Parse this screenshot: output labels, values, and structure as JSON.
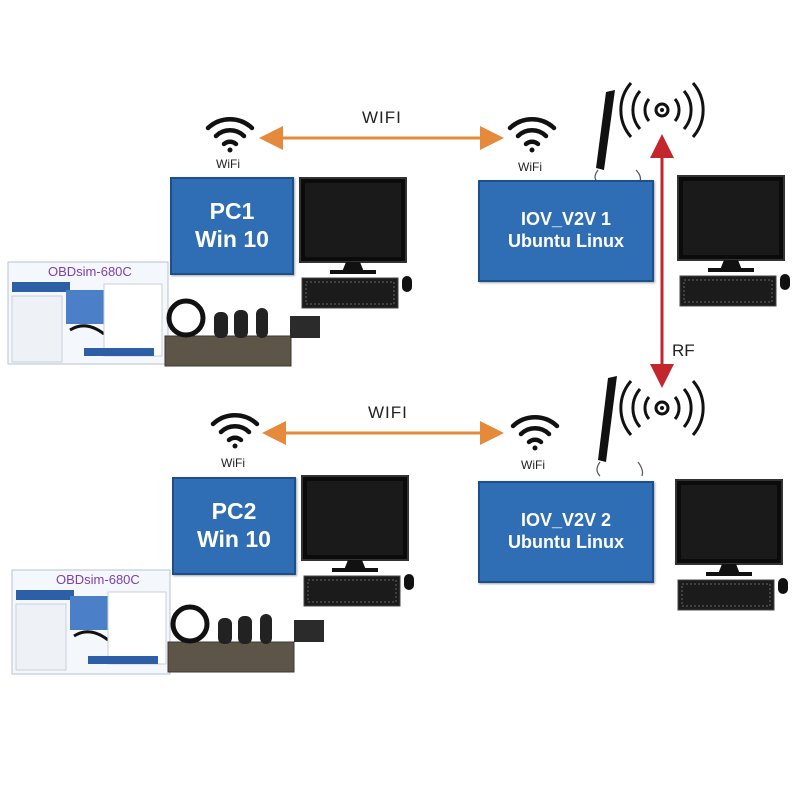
{
  "nodes": {
    "pc1": {
      "line1": "PC1",
      "line2": "Win 10"
    },
    "iov1": {
      "line1": "IOV_V2V 1",
      "line2": "Ubuntu Linux"
    },
    "pc2": {
      "line1": "PC2",
      "line2": "Win 10"
    },
    "iov2": {
      "line1": "IOV_V2V 2",
      "line2": "Ubuntu Linux"
    }
  },
  "links": {
    "wifi_top": "WIFI",
    "wifi_bottom": "WIFI",
    "rf": "RF"
  },
  "wifi_caption": "WiFi",
  "screens": {
    "title": "OBDsim-680C"
  },
  "colors": {
    "node_fill": "#2f6db5",
    "wifi_arrow": "#e58a3a",
    "rf_arrow": "#c2272d"
  }
}
